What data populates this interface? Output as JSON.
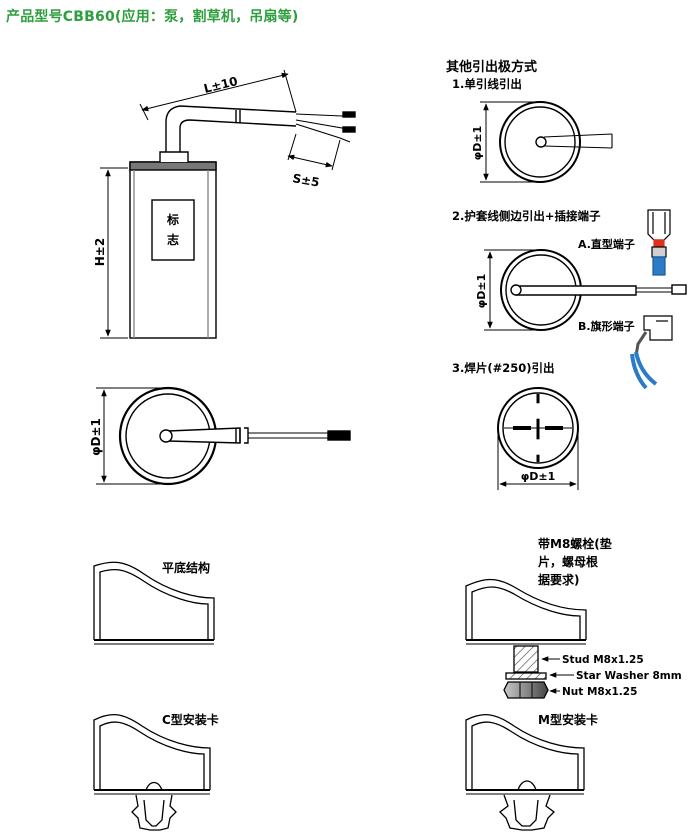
{
  "title": "产品型号CBB60(应用：泵，割草机，吊扇等)",
  "colors": {
    "title": "#2e9e3e",
    "line": "#000000",
    "connector_red": "#e03020",
    "connector_blue": "#2b7bc8"
  },
  "labels": {
    "length_tol": "L±10",
    "strip_tol": "S±5",
    "height_tol": "H±2",
    "marking": [
      "标",
      "志"
    ],
    "diameter_tol": "φD±1",
    "other_methods_heading": "其他引出极方式",
    "method1": "1.单引线引出",
    "method2": "2.护套线侧边引出+插接端子",
    "terminal_a": "A.直型端子",
    "terminal_b": "B.旗形端子",
    "method3": "3.焊片(#250)引出",
    "flat_bottom": "平底结构",
    "m8_bolt": [
      "带M8螺栓(垫",
      "片，螺母根",
      "据要求)"
    ],
    "stud": "Stud M8x1.25",
    "star_washer": "Star Washer 8mm",
    "nut": "Nut M8x1.25",
    "c_clip": "C型安装卡",
    "m_clip": "M型安装卡"
  }
}
